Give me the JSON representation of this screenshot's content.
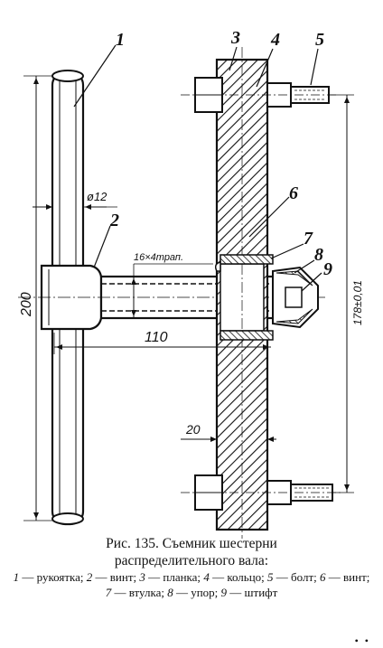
{
  "labels": {
    "l1": "1",
    "l2": "2",
    "l3": "3",
    "l4": "4",
    "l5": "5",
    "l6": "6",
    "l7": "7",
    "l8": "8",
    "l9": "9"
  },
  "dims": {
    "d200": "200",
    "d110": "110",
    "d20": "20",
    "d12": "ø12",
    "d178": "178±0,01",
    "thread": "16×4трап."
  },
  "caption": {
    "line1": "Рис. 135. Съемник шестерни",
    "line2": "распределительного вала:",
    "legend": [
      {
        "n": "1",
        "t": " — рукоятка; "
      },
      {
        "n": "2",
        "t": " — винт; "
      },
      {
        "n": "3",
        "t": " — планка; "
      },
      {
        "n": "4",
        "t": " — кольцо; "
      },
      {
        "n": "5",
        "t": " — болт; "
      },
      {
        "n": "6",
        "t": " — винт; "
      },
      {
        "n": "7",
        "t": " — втулка; "
      },
      {
        "n": "8",
        "t": " — упор; "
      },
      {
        "n": "9",
        "t": " — штифт"
      }
    ]
  },
  "corner_mark": "• •"
}
